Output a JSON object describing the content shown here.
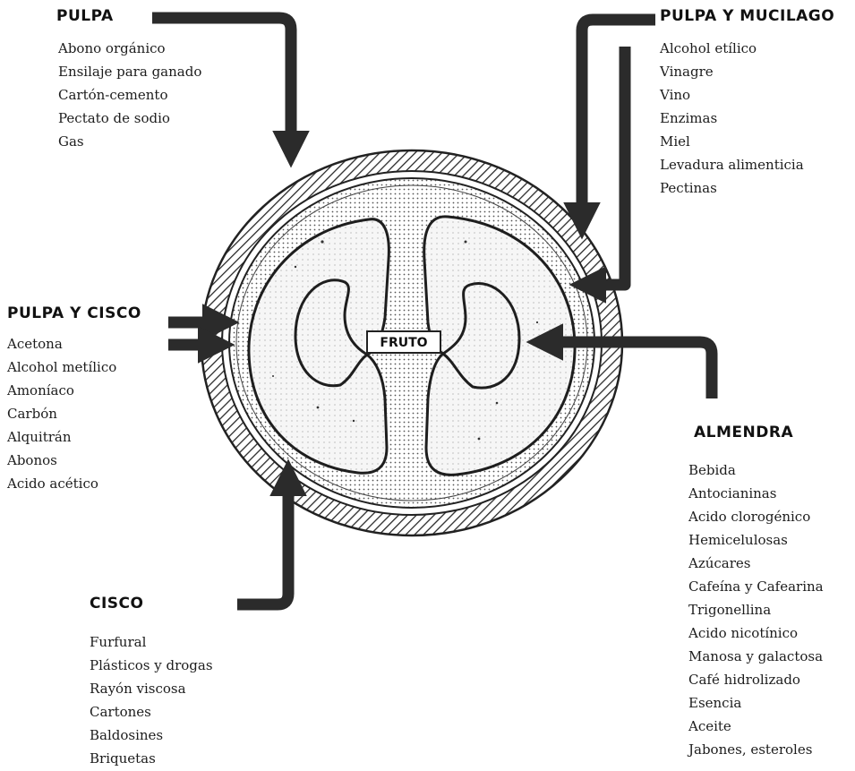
{
  "center_label": "FRUTO",
  "groups": {
    "pulpa": {
      "heading": "PULPA",
      "items": [
        "Abono orgánico",
        "Ensilaje para ganado",
        "Cartón-cemento",
        "Pectato de sodio",
        "Gas"
      ]
    },
    "pulpa_mucilago": {
      "heading": "PULPA Y MUCILAGO",
      "items": [
        "Alcohol etílico",
        "Vinagre",
        "Vino",
        "Enzimas",
        "Miel",
        "Levadura alimenticia",
        "Pectinas"
      ]
    },
    "pulpa_cisco": {
      "heading": "PULPA Y CISCO",
      "items": [
        "Acetona",
        "Alcohol metílico",
        "Amoníaco",
        "Carbón",
        "Alquitrán",
        "Abonos",
        "Acido acético"
      ]
    },
    "almendra": {
      "heading": "ALMENDRA",
      "items": [
        "Bebida",
        "Antocianinas",
        "Acido clorogénico",
        "Hemicelulosas",
        "Azúcares",
        "Cafeína y Cafearina",
        "Trigonellina",
        "Acido nicotínico",
        "Manosa y galactosa",
        "Café hidrolizado",
        "Esencia",
        "Aceite",
        "Jabones, esteroles"
      ]
    },
    "cisco": {
      "heading": "CISCO",
      "items": [
        "Furfural",
        "Plásticos y drogas",
        "Rayón viscosa",
        "Cartones",
        "Baldosines",
        "Briquetas"
      ]
    }
  }
}
